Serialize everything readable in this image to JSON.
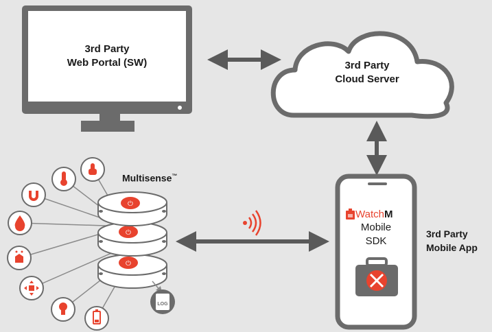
{
  "portal": {
    "line1": "3rd Party",
    "line2": "Web Portal (SW)"
  },
  "cloud": {
    "line1": "3rd Party",
    "line2": "Cloud Server"
  },
  "device": {
    "name": "Multisense",
    "tm": "™"
  },
  "phone": {
    "brand_prefix": "Watch",
    "brand_suffix": "M",
    "line2": "Mobile",
    "line3": "SDK"
  },
  "mobile_app": {
    "line1": "3rd Party",
    "line2": "Mobile App"
  },
  "log_badge": "LOG",
  "sensors": [
    "touch-icon",
    "thermometer-icon",
    "magnet-icon",
    "water-drop-icon",
    "shock-icon",
    "motion-icon",
    "light-bulb-icon",
    "battery-icon"
  ],
  "colors": {
    "accent": "#e8432e",
    "outline": "#5f5f5f",
    "arrow": "#5a5a5a",
    "background": "#e6e6e6"
  }
}
